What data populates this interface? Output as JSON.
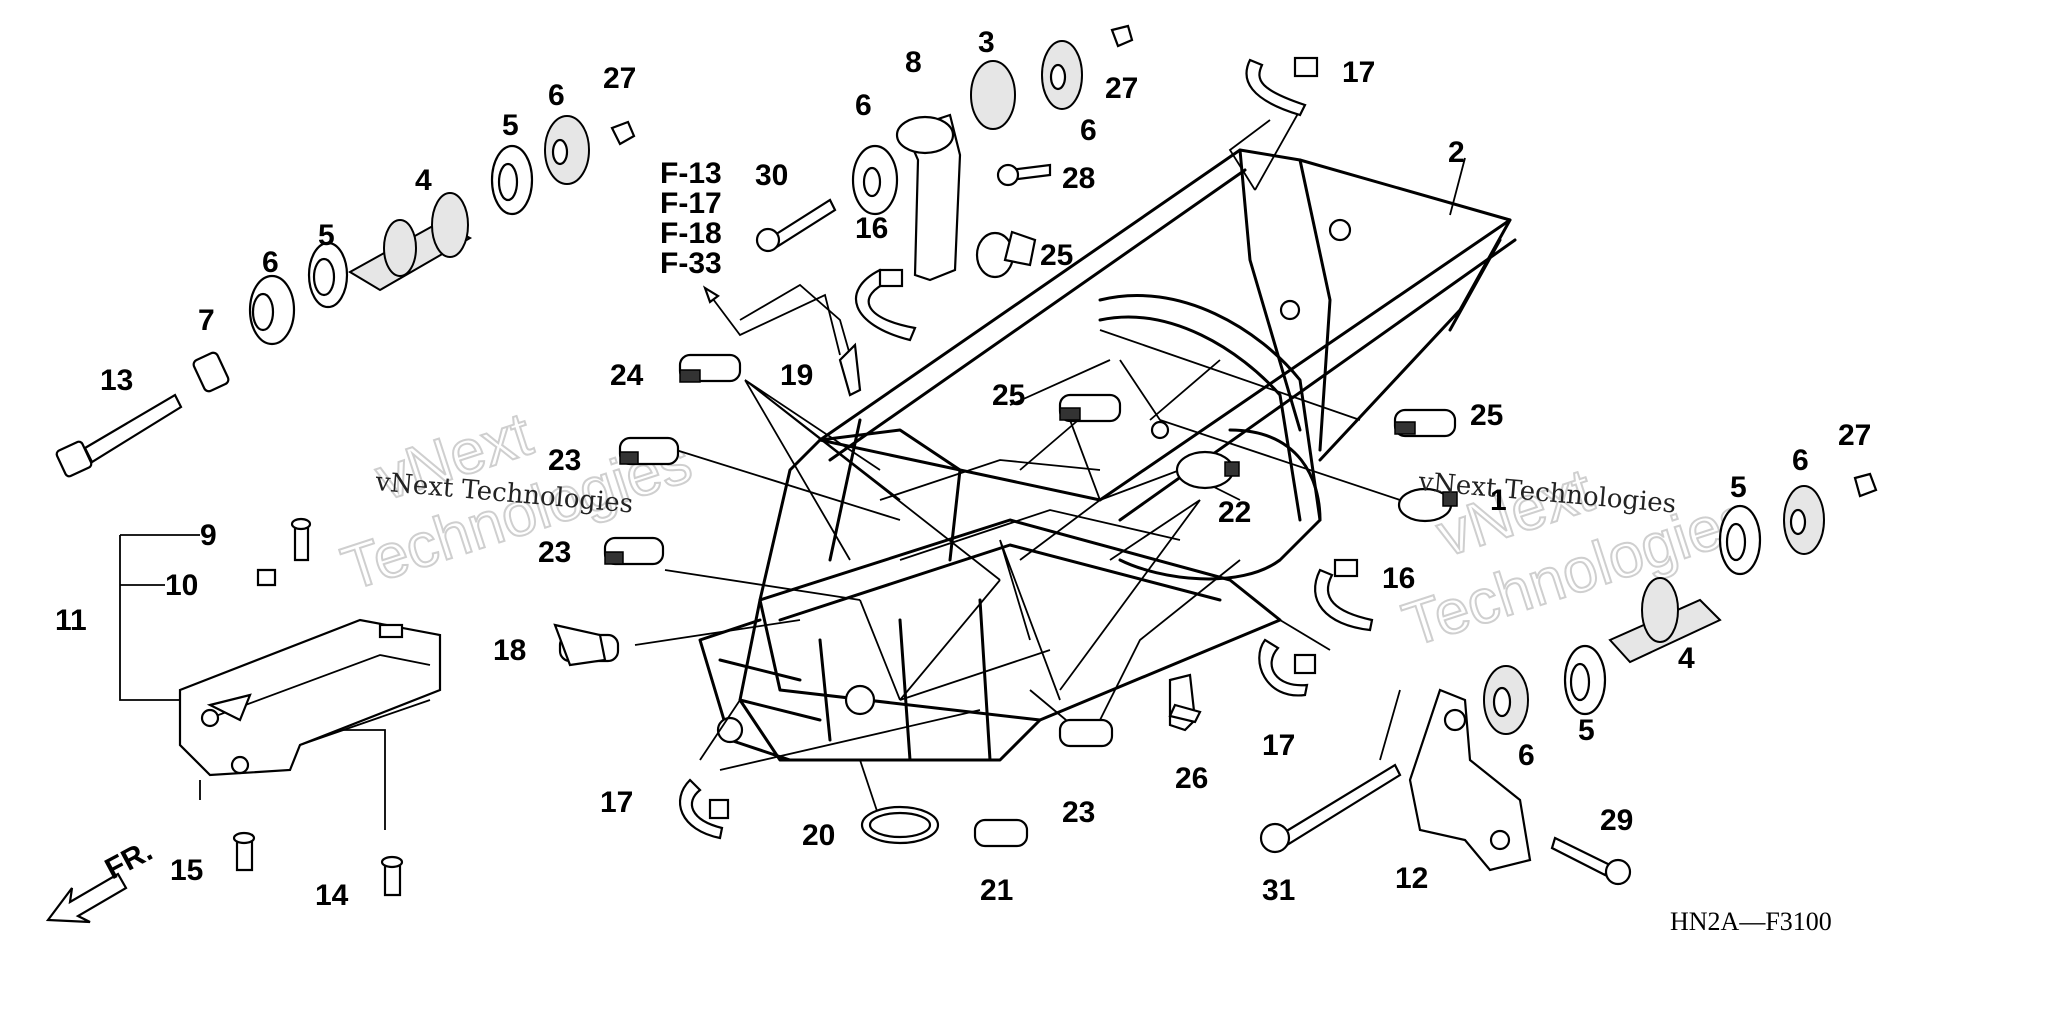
{
  "callouts": {
    "c1": "1",
    "c2": "2",
    "c3": "3",
    "c4a": "4",
    "c4b": "4",
    "c5a": "5",
    "c5b": "5",
    "c5c": "5",
    "c5d": "5",
    "c6a": "6",
    "c6b": "6",
    "c6c": "6",
    "c6d": "6",
    "c6e": "6",
    "c6f": "6",
    "c7": "7",
    "c8": "8",
    "c9": "9",
    "c10": "10",
    "c11": "11",
    "c12": "12",
    "c13": "13",
    "c14": "14",
    "c15": "15",
    "c16a": "16",
    "c16b": "16",
    "c17a": "17",
    "c17b": "17",
    "c17c": "17",
    "c18": "18",
    "c19": "19",
    "c20": "20",
    "c21": "21",
    "c22": "22",
    "c23a": "23",
    "c23b": "23",
    "c23c": "23",
    "c24": "24",
    "c25a": "25",
    "c25b": "25",
    "c25c": "25",
    "c26": "26",
    "c27a": "27",
    "c27b": "27",
    "c27c": "27",
    "c28": "28",
    "c29": "29",
    "c30": "30",
    "c31": "31"
  },
  "references": [
    "F-13",
    "F-17",
    "F-18",
    "F-33"
  ],
  "front_arrow_label": "FR.",
  "diagram_code": "HN2A—F3100",
  "watermark": {
    "small_left": "vNext Technologies",
    "small_right": "vNext Technologies",
    "big_a": "vNext",
    "big_b": "Technologies"
  }
}
